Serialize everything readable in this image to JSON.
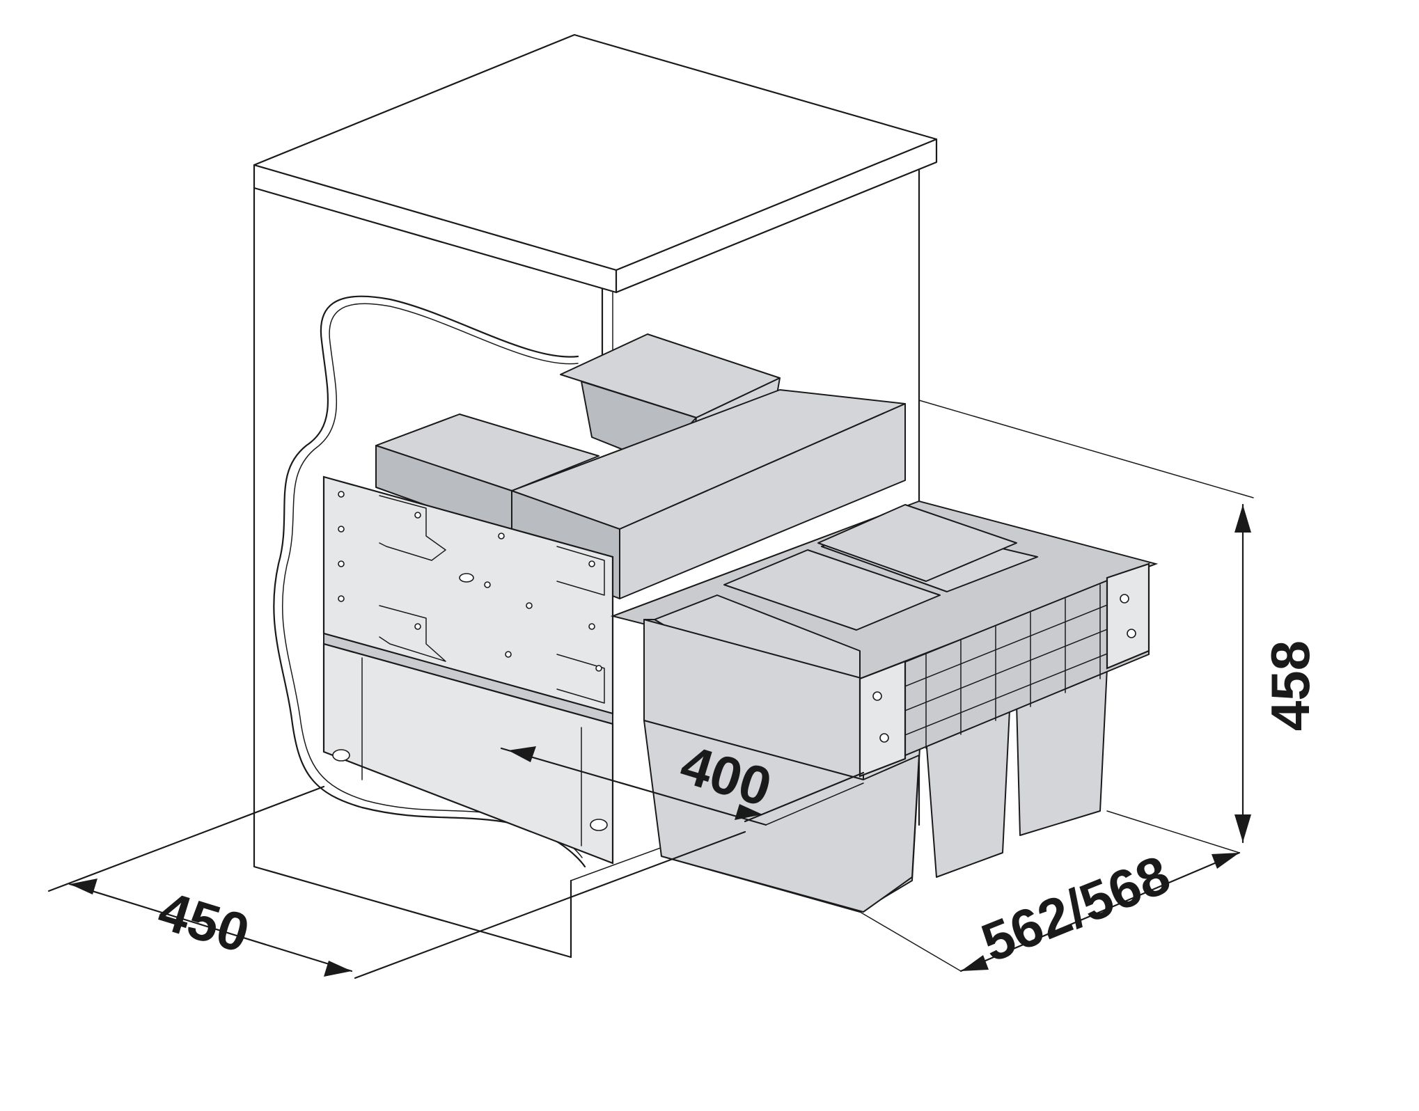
{
  "dimensions": {
    "width_cabinet": "450",
    "width_inner": "400",
    "depth": "562/568",
    "height": "458"
  },
  "colors": {
    "line": "#1a1a1a",
    "bin_fill": "#d3d5d8",
    "frame_fill": "#c9cbce",
    "background": "#ffffff"
  }
}
